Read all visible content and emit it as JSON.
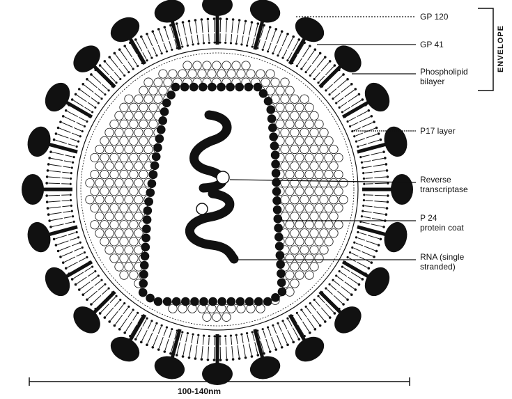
{
  "labels": {
    "gp120": "GP 120",
    "gp41": "GP 41",
    "phospholipid": "Phospholipid\nbilayer",
    "envelope": "ENVELOPE",
    "p17": "P17 layer",
    "reverse_transcriptase": "Reverse\ntranscriptase",
    "p24": "P 24\nprotein coat",
    "rna": "RNA (single\nstranded)",
    "scale": "100-140nm"
  },
  "colors": {
    "ink": "#111111",
    "background": "#ffffff"
  }
}
